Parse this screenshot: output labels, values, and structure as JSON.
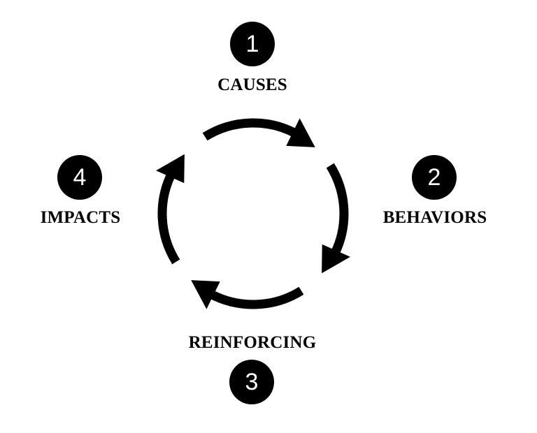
{
  "diagram": {
    "type": "cycle",
    "direction": "clockwise",
    "colors": {
      "background": "#ffffff",
      "foreground": "#000000",
      "badge_text": "#ffffff"
    },
    "steps": [
      {
        "number": "1",
        "label": "CAUSES"
      },
      {
        "number": "2",
        "label": "BEHAVIORS"
      },
      {
        "number": "3",
        "label": "REINFORCING"
      },
      {
        "number": "4",
        "label": "IMPACTS"
      }
    ],
    "arrows": [
      {
        "from": "CAUSES",
        "to": "BEHAVIORS"
      },
      {
        "from": "BEHAVIORS",
        "to": "REINFORCING"
      },
      {
        "from": "REINFORCING",
        "to": "IMPACTS"
      },
      {
        "from": "IMPACTS",
        "to": "CAUSES"
      }
    ]
  }
}
